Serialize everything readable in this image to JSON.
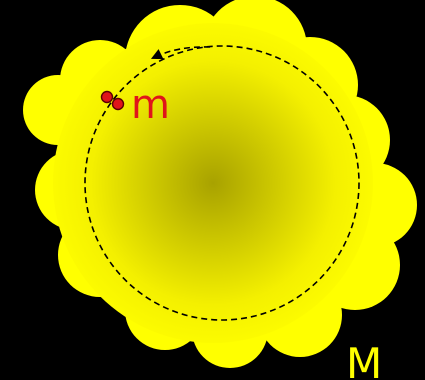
{
  "diagram": {
    "background": "#000000",
    "cloud": {
      "fill": "#ffff00",
      "center_color": "#a8a200",
      "outline": "#000000"
    },
    "orbit": {
      "stroke": "#000000",
      "style": "dashed",
      "direction": "counter-clockwise"
    },
    "small_body": {
      "label": "m",
      "fill": "#e0141a",
      "outline": "#5a0000",
      "label_color": "#e0141a"
    },
    "large_body": {
      "label": "M",
      "label_color": "#ffff00"
    }
  }
}
